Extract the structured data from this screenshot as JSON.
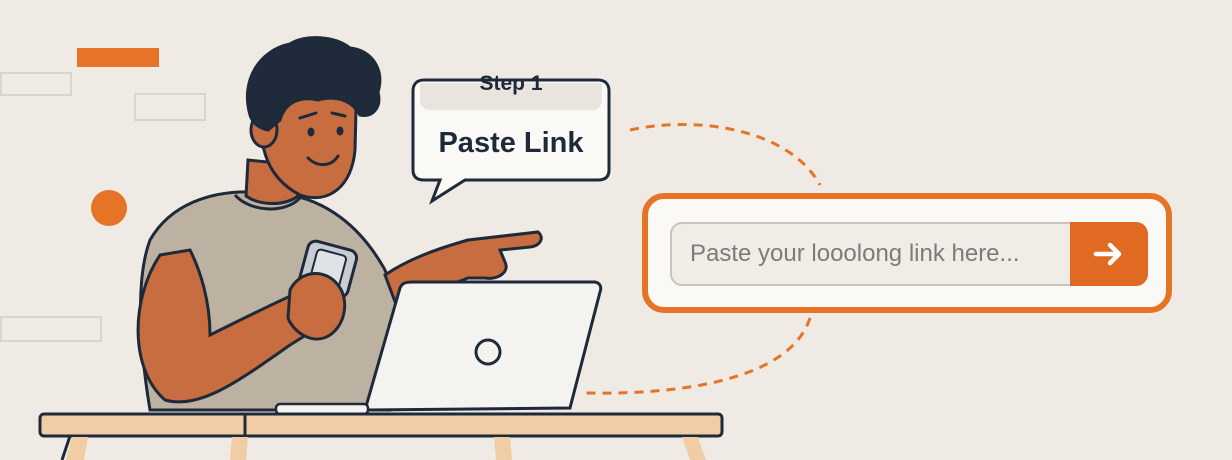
{
  "bubble": {
    "step_label": "Step 1",
    "title": "Paste Link"
  },
  "shortener": {
    "input_placeholder": "Paste your looolong link here...",
    "submit_icon": "arrow-right-icon"
  },
  "colors": {
    "accent": "#e57427",
    "background": "#efebe4",
    "ink": "#1e2a3a",
    "skin": "#c86d3f",
    "shirt": "#bdb2a2",
    "table": "#f0cda5"
  }
}
